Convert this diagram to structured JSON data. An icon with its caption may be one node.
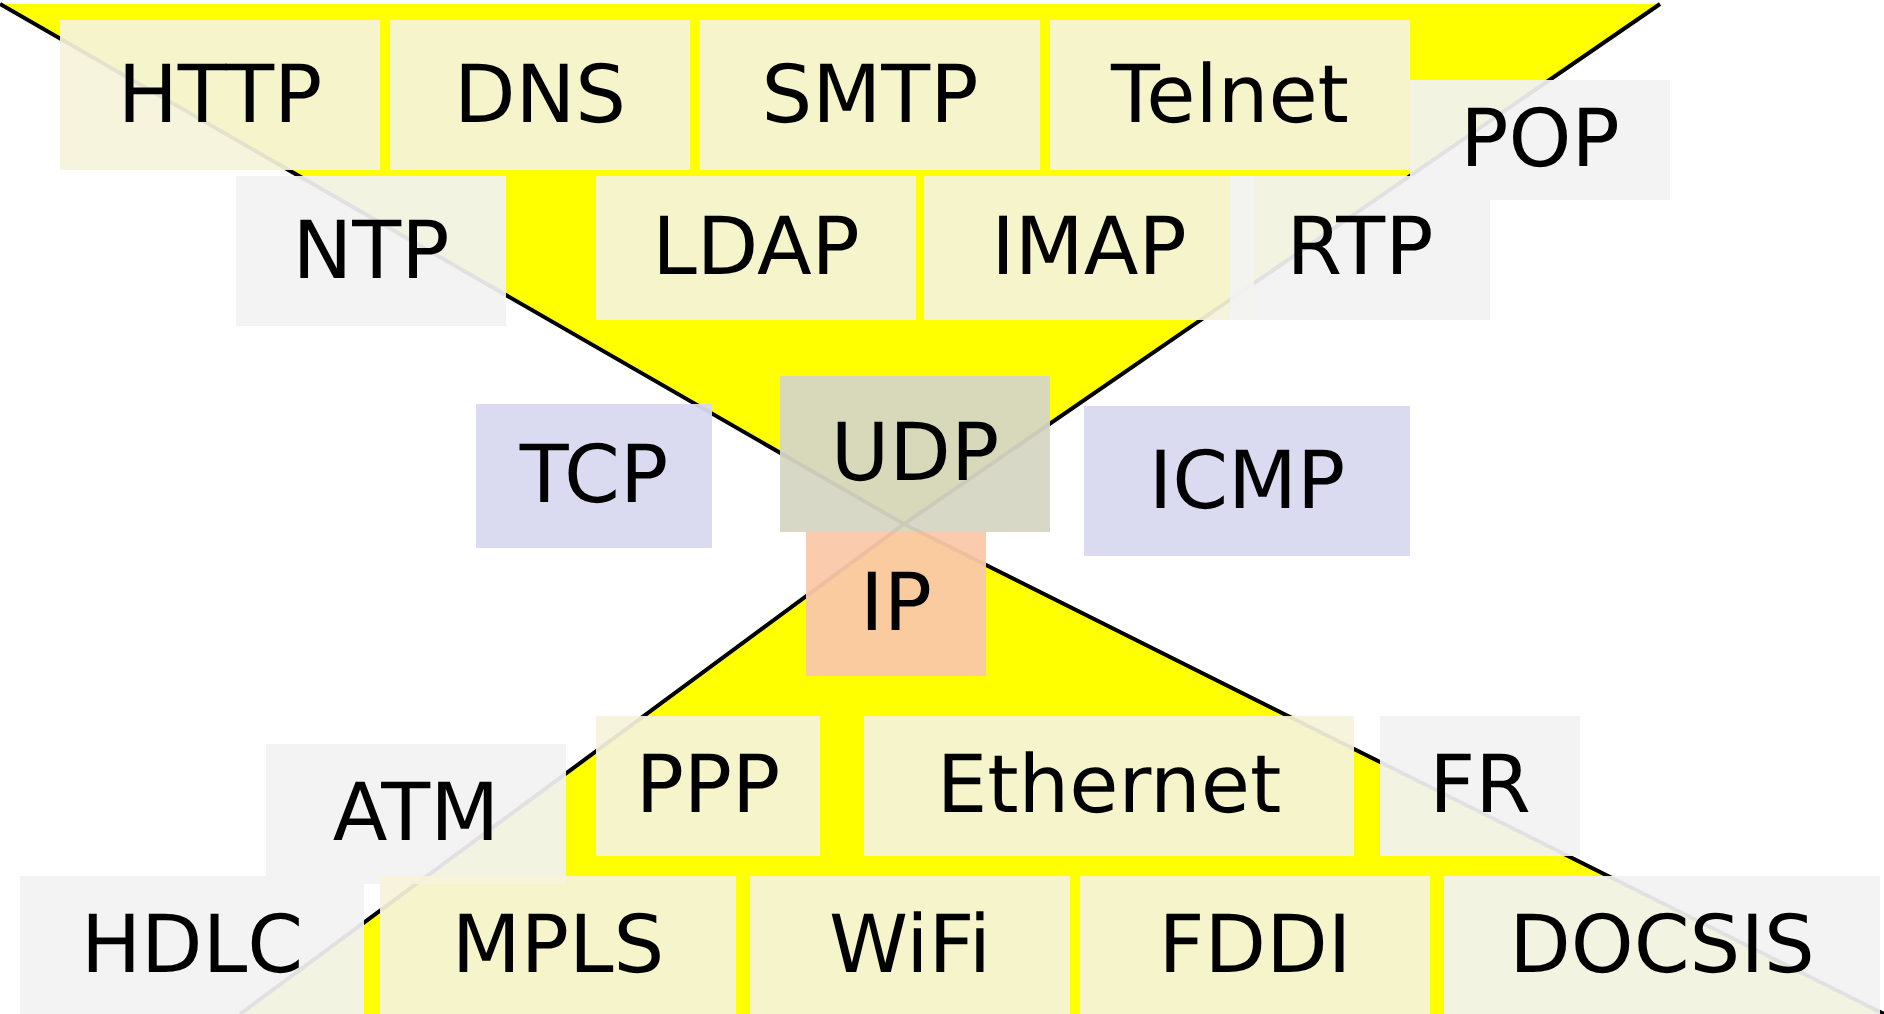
{
  "diagram": {
    "nodes": [
      {
        "text": [
          "HTTP"
        ]
      },
      {
        "text": [
          "DNS"
        ]
      },
      {
        "text": [
          "SMTP"
        ]
      },
      {
        "text": [
          "Telnet"
        ]
      },
      {
        "text": [
          "POP"
        ]
      },
      {
        "text": [
          "NTP"
        ]
      },
      {
        "text": [
          "LDAP"
        ]
      },
      {
        "text": [
          "IMAP"
        ]
      },
      {
        "text": [
          "RTP"
        ]
      },
      {
        "text": [
          "TCP"
        ]
      },
      {
        "text": [
          "UDP"
        ]
      },
      {
        "text": [
          "ICMP"
        ]
      },
      {
        "text": [
          "IP"
        ]
      },
      {
        "text": [
          "ATM"
        ]
      },
      {
        "text": [
          "PPP"
        ]
      },
      {
        "text": [
          "Ethernet"
        ]
      },
      {
        "text": [
          "FR"
        ]
      },
      {
        "text": [
          "HDLC"
        ]
      },
      {
        "text": [
          "MPLS"
        ]
      },
      {
        "text": [
          "WiFi"
        ]
      },
      {
        "text": [
          "FDDI"
        ]
      },
      {
        "text": [
          "DOCSIS"
        ]
      }
    ]
  }
}
